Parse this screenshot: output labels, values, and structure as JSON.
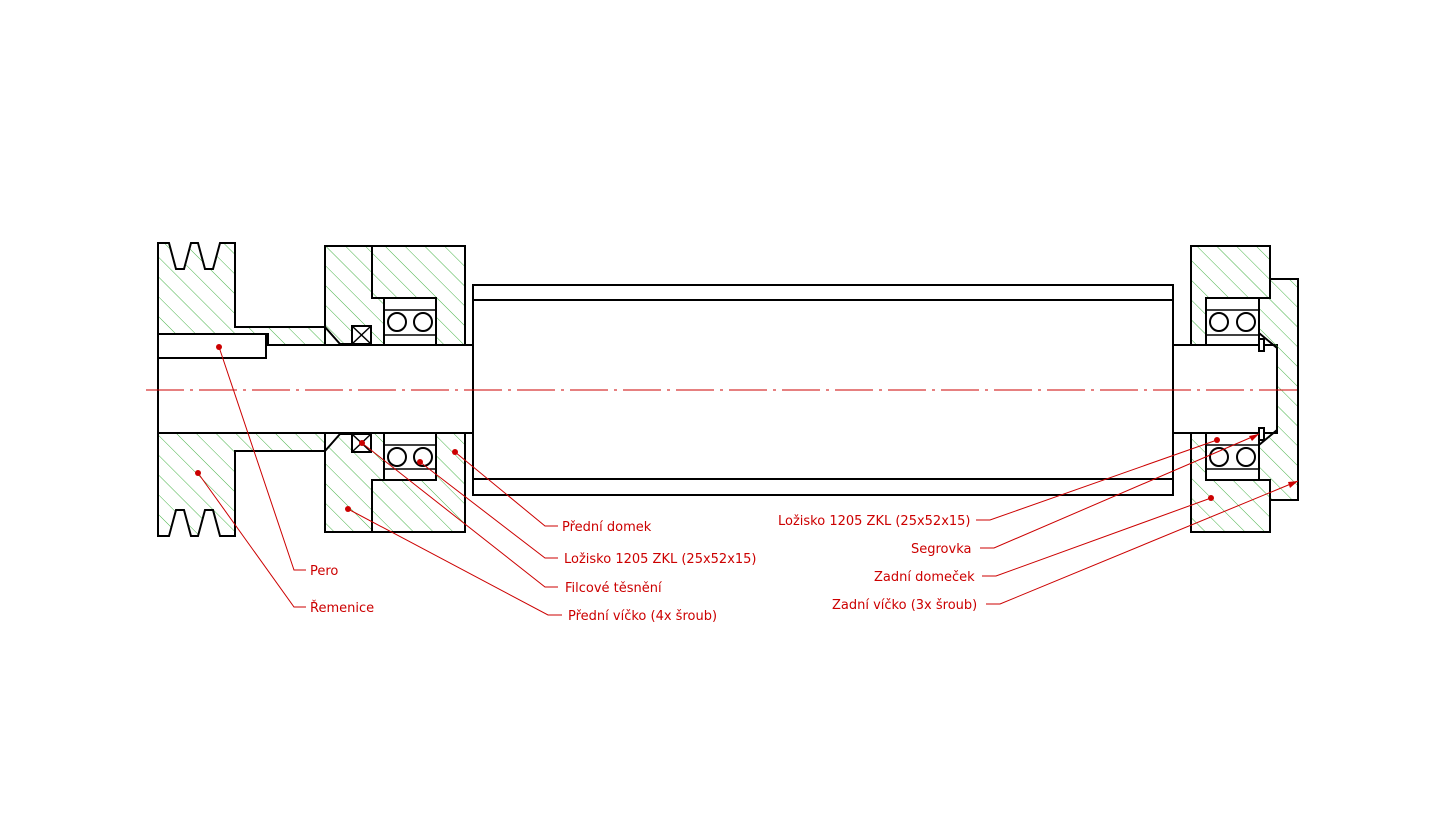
{
  "colors": {
    "annotation": "#cc0000",
    "hatch": "#33aa33",
    "outline": "#000000",
    "background": "#ffffff"
  },
  "labels": {
    "pero": "Pero",
    "remenice": "Řemenice",
    "predni_domek": "Přední domek",
    "lozisko_front": "Ložisko 1205 ZKL (25x52x15)",
    "filcove_tesneni": "Filcové těsnění",
    "predni_vicko": "Přední víčko (4x šroub)",
    "lozisko_rear": "Ložisko 1205 ZKL (25x52x15)",
    "segrovka": "Segrovka",
    "zadni_domecek": "Zadní domeček",
    "zadni_vicko": "Zadní víčko (3x šroub)"
  }
}
